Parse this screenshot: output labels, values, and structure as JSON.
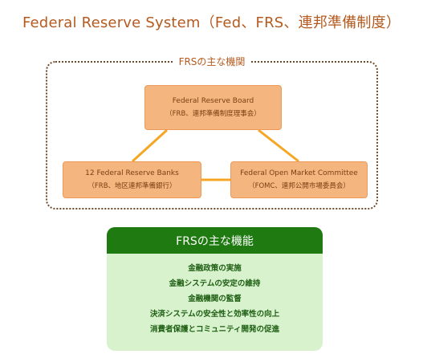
{
  "title": "Federal Reserve System（Fed、FRS、連邦準備制度）",
  "org_section": {
    "title": "FRSの主な機関",
    "nodes": [
      {
        "name": "Federal Reserve Board",
        "sub": "（FRB、連邦準備制度理事会）"
      },
      {
        "name": "12 Federal Reserve Banks",
        "sub": "（FRB、地区連邦準備銀行）"
      },
      {
        "name": "Federal Open Market Committee",
        "sub": "（FOMC、連邦公開市場委員会）"
      }
    ]
  },
  "functions_section": {
    "title": "FRSの主な機能",
    "items": [
      "金融政策の実施",
      "金融システムの安定の維持",
      "金融機関の監督",
      "決済システムの安全性と効率性の向上",
      "消費者保護とコミュニティ開発の促進"
    ]
  },
  "colors": {
    "title_text": "#b45a1f",
    "node_fill": "#f5b57e",
    "node_border": "#ec9a5c",
    "connector": "#f5a623",
    "frame_border": "#6e4a2c",
    "functions_header": "#1f7a11",
    "functions_body": "#d8f2cd",
    "functions_text": "#1d5e12"
  }
}
